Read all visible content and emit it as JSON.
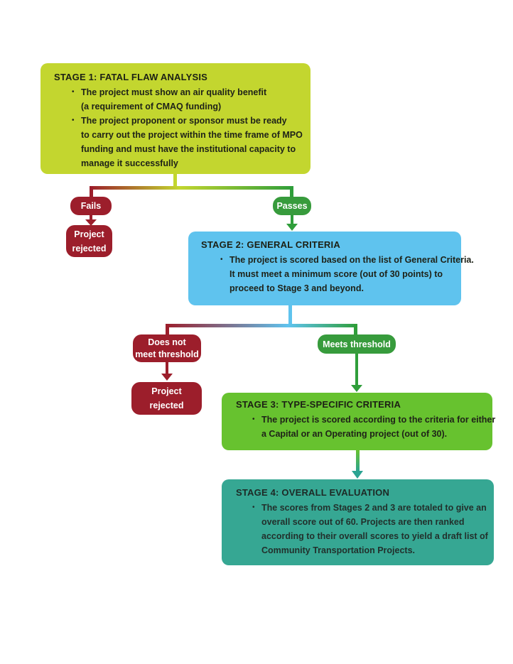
{
  "bullet_char": "•",
  "colors": {
    "stage1_box": "#c3d62f",
    "stage2_box": "#5fc3ee",
    "stage3_box": "#67c22f",
    "stage4_box": "#36a793",
    "reject_red": "#9c1e2b",
    "pass_green": "#379b3c",
    "arrow_green": "#2f9e3a",
    "arrow_teal": "#2aa392",
    "text_dark": "#1c2014",
    "pill_text": "#ffffff"
  },
  "stages": [
    {
      "title": "STAGE 1: FATAL FLAW ANALYSIS",
      "bullets": [
        {
          "lines": [
            "The project must show an air quality benefit",
            "(a requirement of CMAQ funding)"
          ]
        },
        {
          "lines": [
            "The project proponent or sponsor must be ready",
            "to carry out the project within the time frame of MPO",
            "funding and must have the institutional capacity to",
            "manage it successfully"
          ]
        }
      ]
    },
    {
      "title": "STAGE 2: GENERAL CRITERIA",
      "bullets": [
        {
          "lines": [
            "The project is scored based on the list of General Criteria.",
            "It must meet a minimum score (out of 30 points) to",
            "proceed to Stage 3 and beyond."
          ]
        }
      ]
    },
    {
      "title": "STAGE 3: TYPE-SPECIFIC CRITERIA",
      "bullets": [
        {
          "lines": [
            "The project is scored according to the criteria for either",
            "a Capital or an Operating project (out of 30)."
          ]
        }
      ]
    },
    {
      "title": "STAGE 4: OVERALL EVALUATION",
      "bullets": [
        {
          "lines": [
            "The scores from Stages 2 and 3 are totaled to give an",
            "overall score out of 60. Projects are then ranked",
            "according to their overall scores to yield a draft list of",
            "Community Transportation Projects."
          ]
        }
      ]
    }
  ],
  "labels": {
    "fails": "Fails",
    "passes": "Passes",
    "project_rejected": {
      "lines": [
        "Project",
        "rejected"
      ]
    },
    "does_not_meet": {
      "lines": [
        "Does not",
        "meet threshold"
      ]
    },
    "meets_threshold": "Meets threshold"
  }
}
